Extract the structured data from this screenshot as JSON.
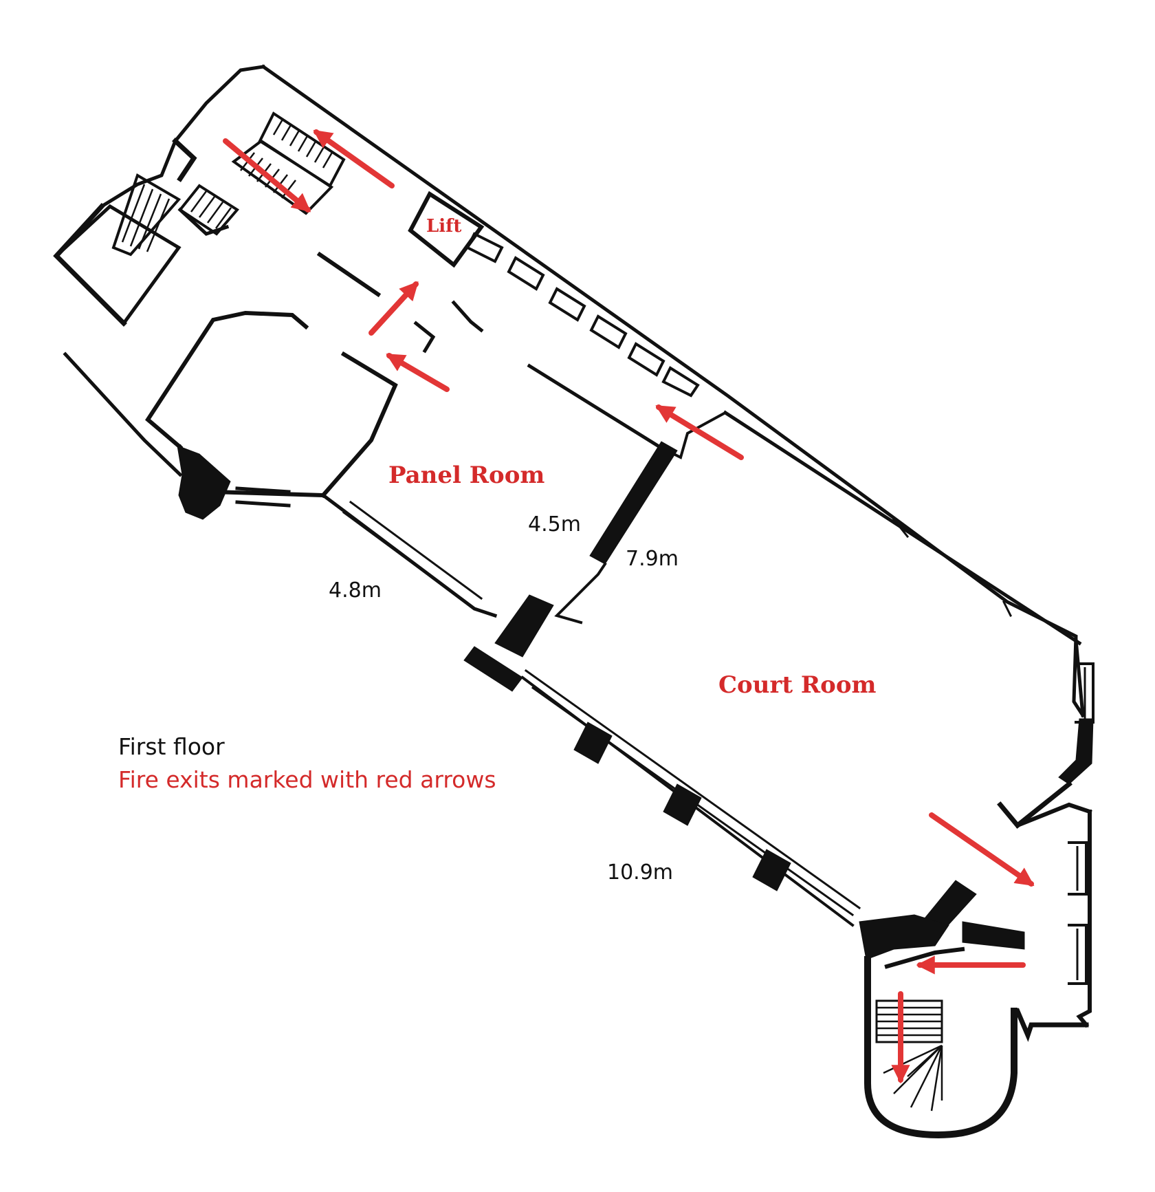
{
  "rooms": {
    "panel_room": "Panel Room",
    "court_room": "Court Room",
    "lift": "Lift"
  },
  "dimensions": {
    "panel_depth": "4.5m",
    "panel_width": "4.8m",
    "court_depth": "7.9m",
    "court_length": "10.9m"
  },
  "caption": {
    "title": "First floor",
    "subtitle": "Fire exits marked with red arrows"
  },
  "colors": {
    "wall": "#111111",
    "accent": "#d42a2a",
    "arrow": "#e23636"
  },
  "icons": {
    "fire_exit": "arrow-icon"
  }
}
